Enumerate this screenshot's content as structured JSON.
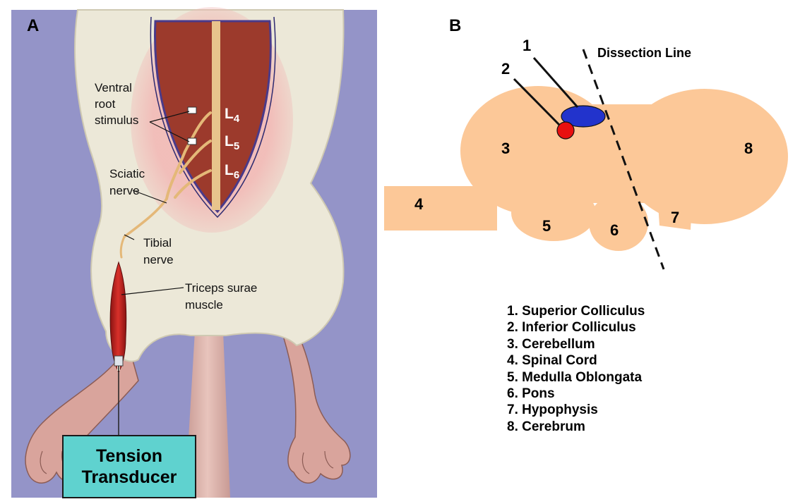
{
  "panel_a": {
    "letter": "A",
    "labels": {
      "ventral_root_stimulus": [
        "Ventral",
        "root",
        "stimulus"
      ],
      "sciatic_nerve": [
        "Sciatic",
        "nerve"
      ],
      "tibial_nerve": [
        "Tibial",
        "nerve"
      ],
      "triceps_surae_muscle": [
        "Triceps surae",
        "muscle"
      ],
      "roots": [
        {
          "letter": "L",
          "sub": "4"
        },
        {
          "letter": "L",
          "sub": "5"
        },
        {
          "letter": "L",
          "sub": "6"
        }
      ]
    },
    "transducer": [
      "Tension",
      "Transducer"
    ],
    "colors": {
      "background": "#9494c8",
      "fur": "#ece8d8",
      "muscle_tissue": "#9c3a2c",
      "muscle": "#c4211f",
      "nerve": "#e4b878",
      "box": "#5fd2cf"
    }
  },
  "panel_b": {
    "letter": "B",
    "dissection_label": "Dissection Line",
    "callouts": [
      "1",
      "2"
    ],
    "region_numbers": [
      "3",
      "4",
      "5",
      "6",
      "7",
      "8"
    ],
    "legend": [
      "1. Superior Colliculus",
      "2. Inferior Colliculus",
      "3. Cerebellum",
      "4. Spinal Cord",
      "5. Medulla Oblongata",
      "6. Pons",
      "7. Hypophysis",
      "8. Cerebrum"
    ],
    "colors": {
      "brain": "#fcc898",
      "superior_colliculus": "#2233cc",
      "inferior_colliculus": "#e8100f"
    }
  }
}
